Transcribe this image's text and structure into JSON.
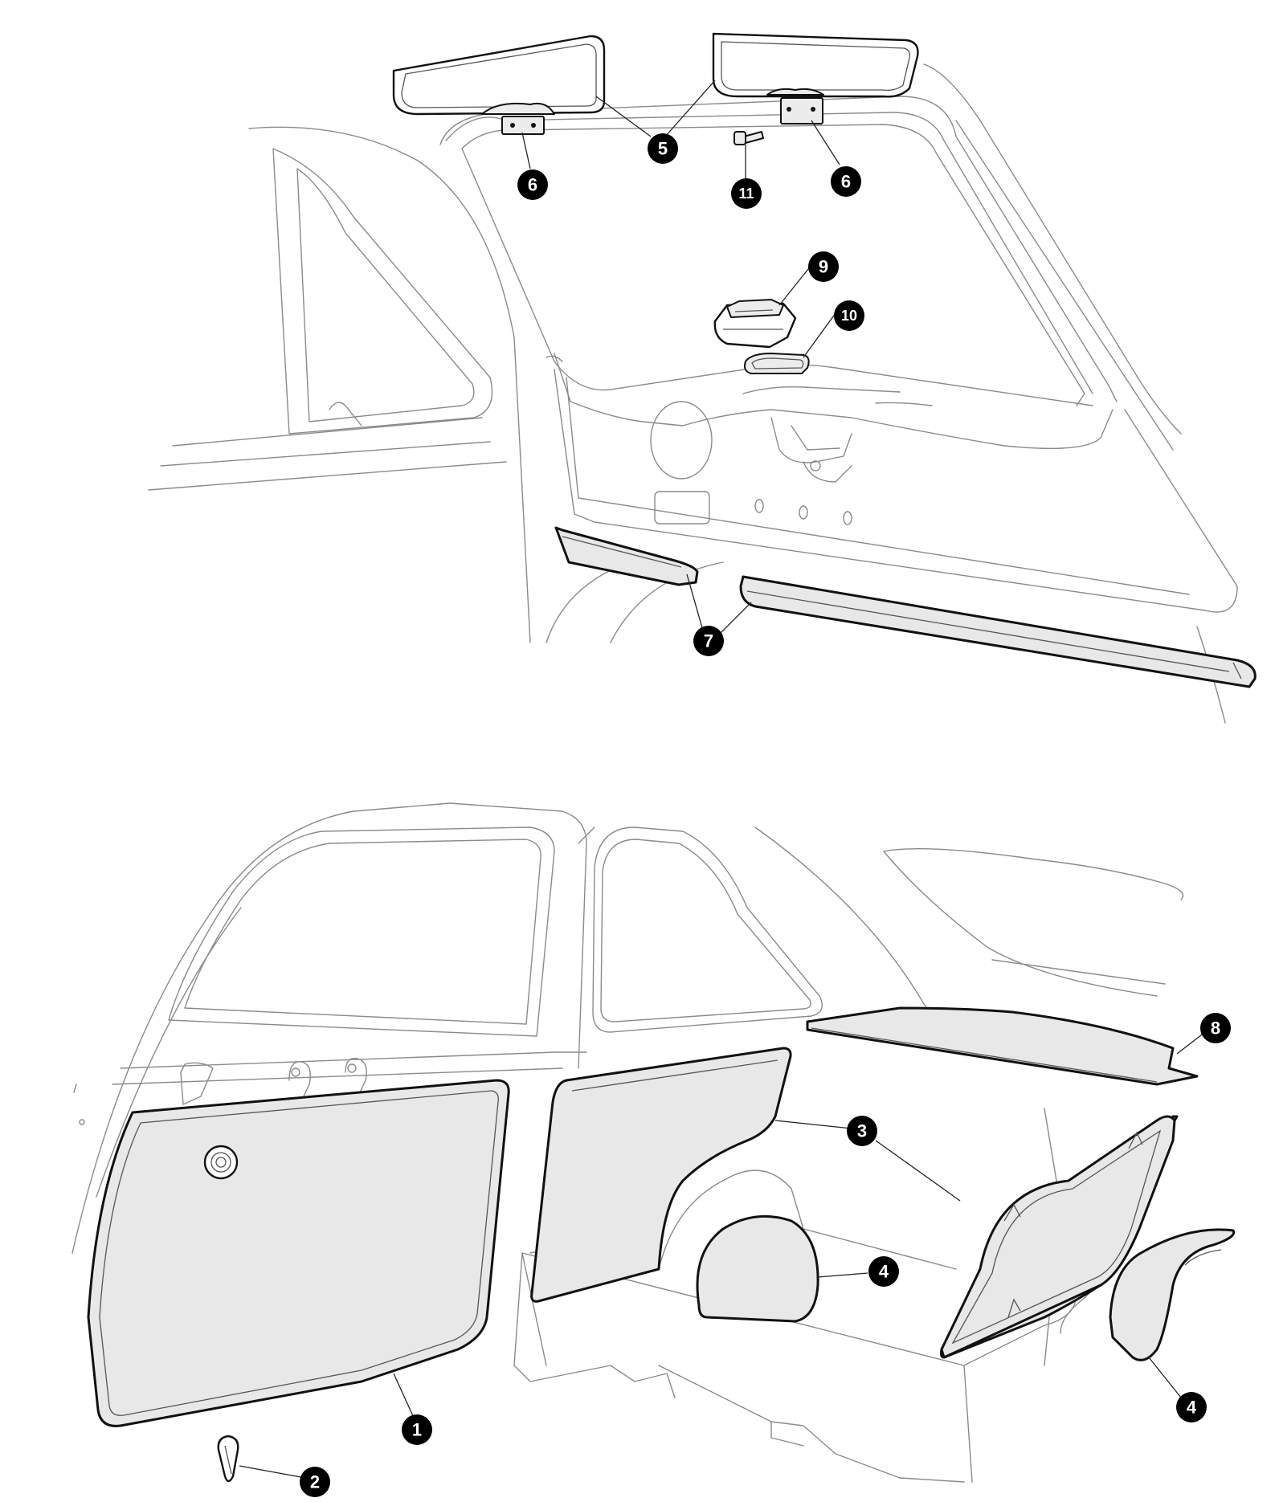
{
  "callouts": {
    "c1": "1",
    "c2": "2",
    "c3": "3",
    "c4a": "4",
    "c4b": "4",
    "c5": "5",
    "c6a": "6",
    "c6b": "6",
    "c7": "7",
    "c8": "8",
    "c9": "9",
    "c10": "10",
    "c11": "11"
  },
  "colors": {
    "part_fill": "#e8e8e8",
    "outline": "#111111",
    "ghost_line": "#8a8a8a",
    "callout": "#000000"
  }
}
